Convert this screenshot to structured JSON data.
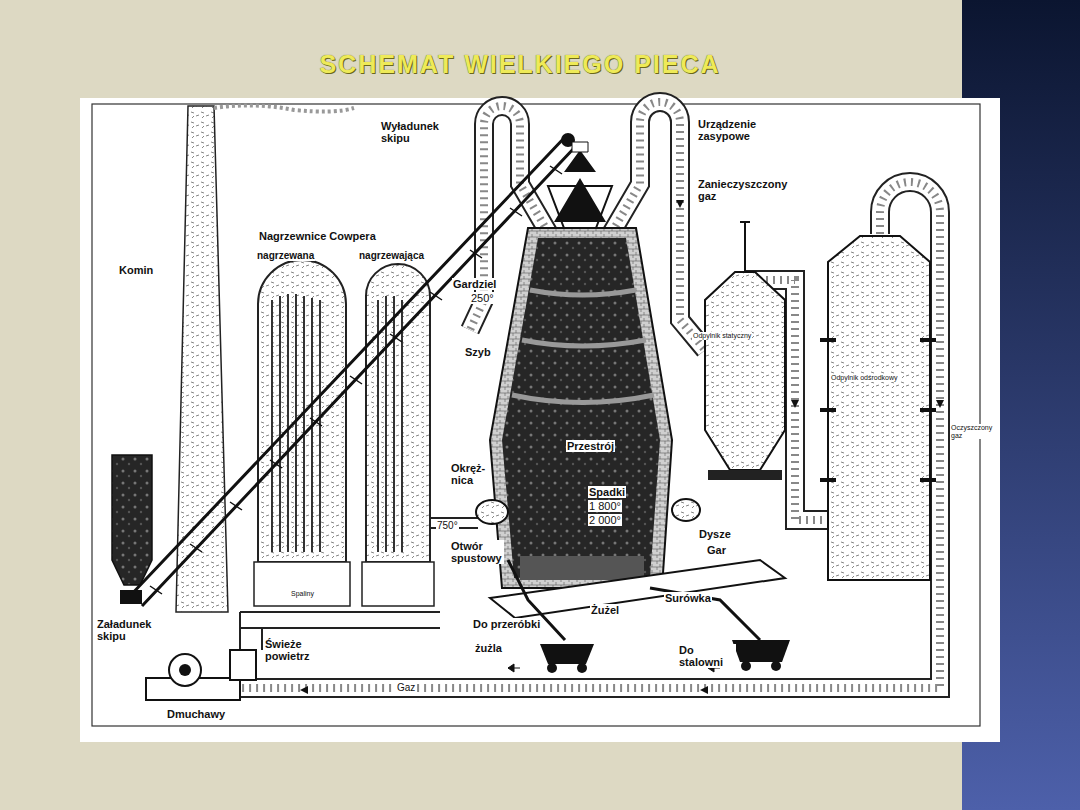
{
  "diagram": {
    "title": "SCHEMAT WIELKIEGO PIECA",
    "labels": [
      "Wyładunek skipu",
      "Urządzenie zasypowe",
      "Zanieczyszczony gaz",
      "Nagrzewnice Cowpera",
      "nagrzewana",
      "nagrzewająca",
      "Komin",
      "Gardziel",
      "250°",
      "Szyb",
      "Odpylnik statyczny",
      "Odpylnik odśrodkowy",
      "Oczyszczony gaz",
      "Przestrój",
      "Okręż- nica",
      "750°",
      "Spadki",
      "1 800°",
      "2 000°",
      "Dysze",
      "Gar",
      "Otwór spustowy",
      "Spaliny",
      "Żużel",
      "Surówka",
      "Załadunek skipu",
      "Do przeróbki",
      "żużla",
      "Do stalowni",
      "Świeże powietrz",
      "Gaz",
      "Dmuchawy"
    ]
  }
}
